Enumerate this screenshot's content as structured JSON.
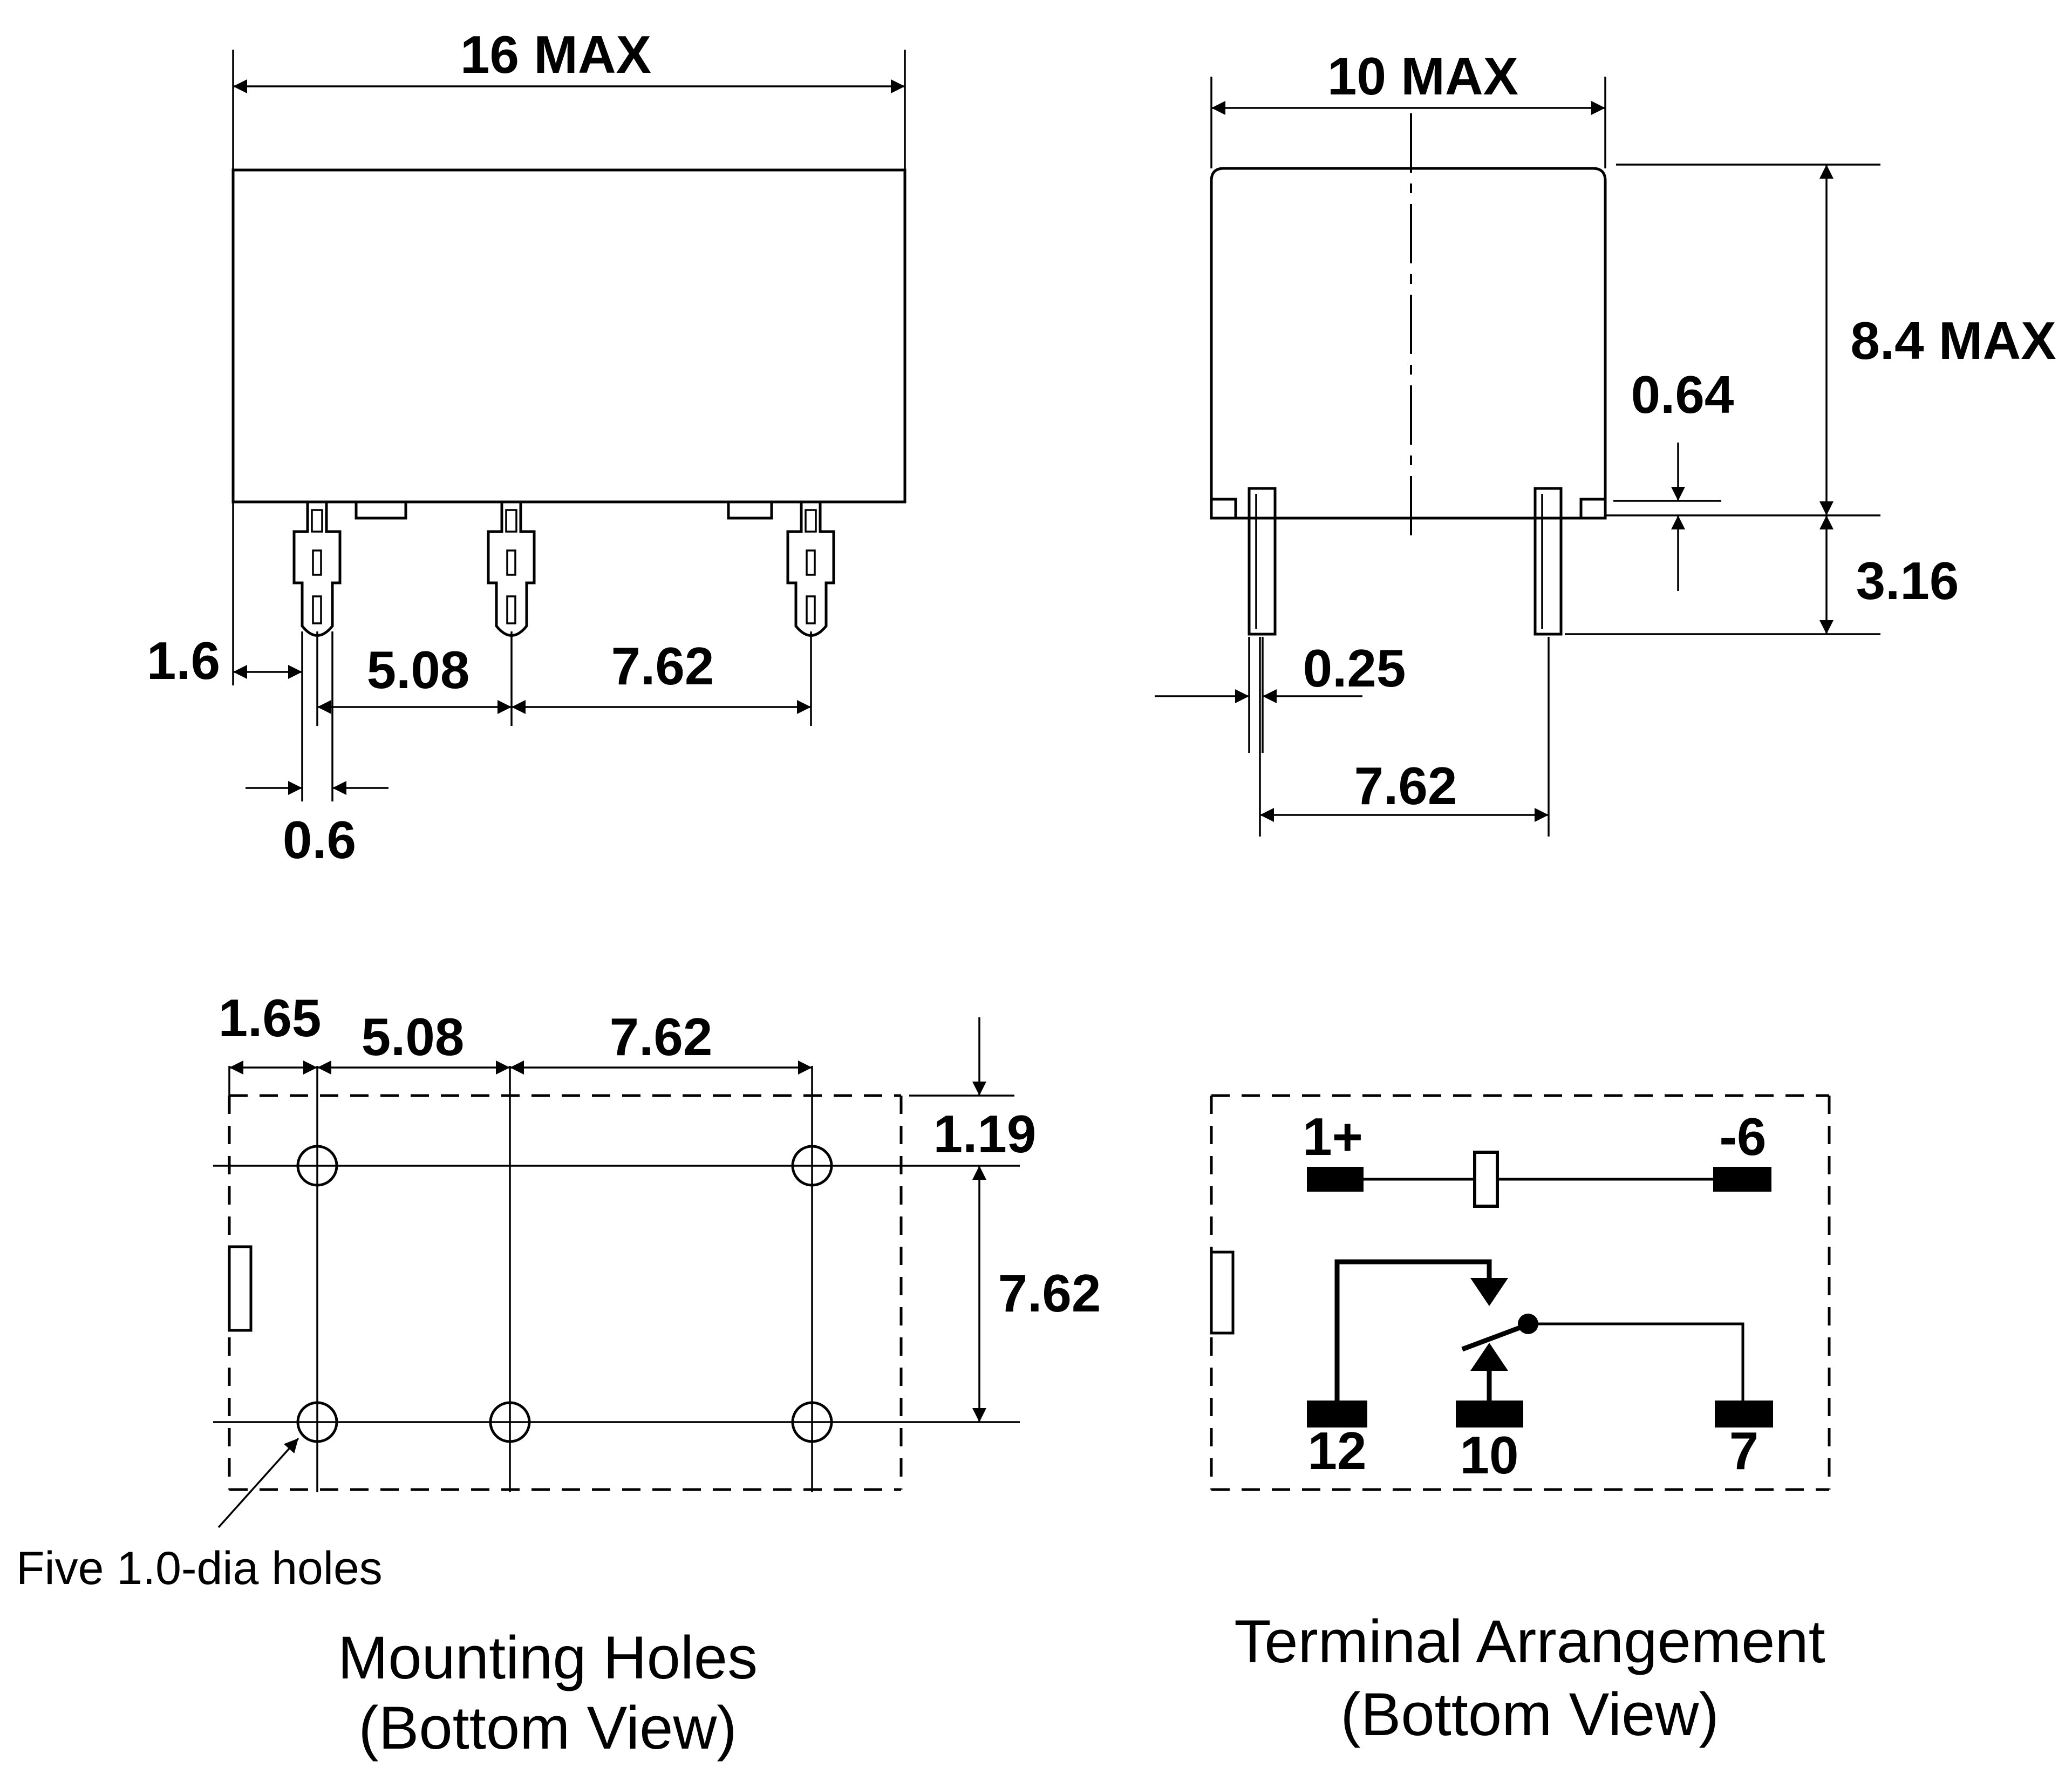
{
  "front_view": {
    "width_label": "16 MAX",
    "pin_offset_label": "1.6",
    "pitch1_label": "5.08",
    "pitch2_label": "7.62",
    "pin_width_label": "0.6"
  },
  "side_view": {
    "width_label": "10 MAX",
    "height_label": "8.4 MAX",
    "standoff_label": "0.64",
    "pin_length_label": "3.16",
    "pin_thickness_label": "0.25",
    "pin_pitch_label": "7.62"
  },
  "mounting_holes": {
    "edge_offset_label": "1.65",
    "pitch1_label": "5.08",
    "pitch2_label": "7.62",
    "top_offset_label": "1.19",
    "row_pitch_label": "7.62",
    "hole_note": "Five 1.0-dia holes",
    "caption_line1": "Mounting Holes",
    "caption_line2": "(Bottom View)"
  },
  "terminal_arrangement": {
    "terminals": {
      "t1": "1+",
      "t6": "-6",
      "t12": "12",
      "t10": "10",
      "t7": "7"
    },
    "caption_line1": "Terminal Arrangement",
    "caption_line2": "(Bottom View)"
  }
}
